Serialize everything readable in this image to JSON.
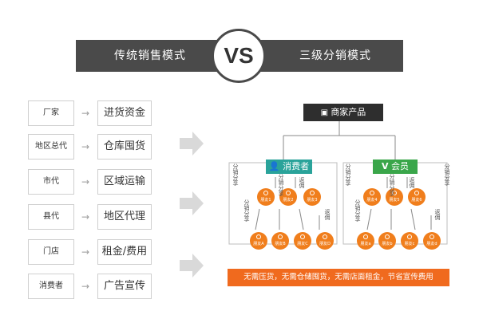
{
  "header": {
    "left_title": "传统销售模式",
    "vs": "VS",
    "right_title": "三级分销模式"
  },
  "traditional": {
    "roles": [
      "厂家",
      "地区总代",
      "市代",
      "县代",
      "门店",
      "消费者"
    ],
    "costs": [
      "进货资金",
      "仓库囤货",
      "区域运输",
      "地区代理",
      "租金/费用",
      "广告宣传"
    ],
    "arrow": "→"
  },
  "distribution": {
    "product": "商家产品",
    "consumer_label": "消费者",
    "member_label": "会员",
    "friends_level1_left": [
      "朋友1",
      "朋友2",
      "朋友3"
    ],
    "friends_level1_right": [
      "朋友4",
      "朋友5",
      "朋友6"
    ],
    "friends_level2_left": [
      "朋友A",
      "朋友B",
      "朋友C",
      "朋友D"
    ],
    "friends_level2_right": [
      "朋友a",
      "朋友b",
      "朋友c",
      "朋友d"
    ],
    "share_label": "分销分享",
    "rebate_label": "返佣",
    "benefit_banner": "无需压货，无需仓储囤货，无需店面租金，节省宣传费用"
  }
}
